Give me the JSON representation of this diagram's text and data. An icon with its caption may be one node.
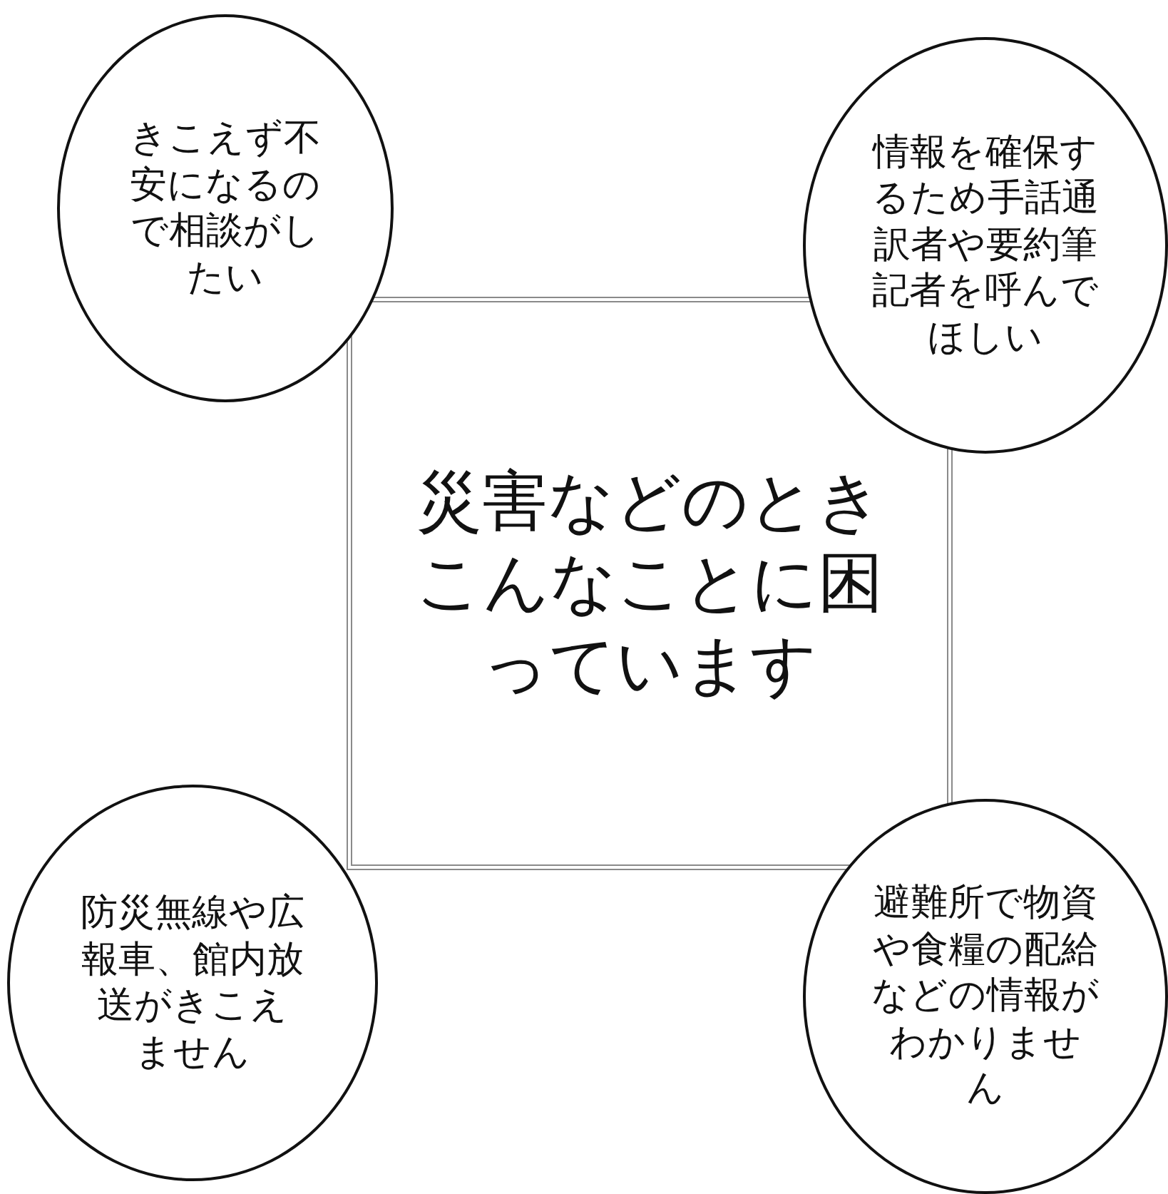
{
  "diagram": {
    "nodes": [
      {
        "text": [
          "災害などのときこんなことに困っています"
        ]
      },
      {
        "text": [
          "きこえず不安になるので相談がしたい"
        ]
      },
      {
        "text": [
          "情報を確保するため手話通訳者や要約筆記者を呼んでほしい"
        ]
      },
      {
        "text": [
          "防災無線や広報車、館内放送がきこえません"
        ]
      },
      {
        "text": [
          "避難所で物資や食糧の配給などの情報がわかりません"
        ]
      }
    ]
  }
}
